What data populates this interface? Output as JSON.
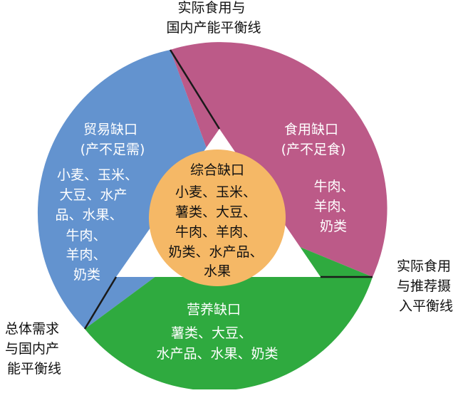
{
  "colors": {
    "trade": "#6393cf",
    "food": "#bc5a88",
    "nutrition": "#2faa3f",
    "center": "#f5b866",
    "triangle": "#ffffff",
    "divider": "#1a1a1a",
    "outer_text": "#111111",
    "sector_text": "#ffffff"
  },
  "outer_labels": {
    "top": [
      "实际食用与",
      "国内产能平衡线"
    ],
    "right": [
      "实际食用",
      "与推荐摄",
      "入平衡线"
    ],
    "left": [
      "总体需求",
      "与国内产",
      "能平衡线"
    ]
  },
  "sectors": {
    "trade": {
      "title": [
        "贸易缺口",
        "(产不足需)"
      ],
      "items": [
        "小麦、玉米、",
        "大豆、水产",
        "品、水果、",
        "牛肉、",
        "羊肉、",
        "奶类"
      ]
    },
    "food": {
      "title": [
        "食用缺口",
        "(产不足食)"
      ],
      "items": [
        "牛肉、",
        "羊肉、",
        "奶类"
      ]
    },
    "nutrition": {
      "title": [
        "营养缺口"
      ],
      "items": [
        "薯类、大豆、",
        "水产品、水果、奶类"
      ]
    }
  },
  "center": {
    "title": "综合缺口",
    "items": [
      "小麦、玉米、",
      "薯类、大豆、",
      "牛肉、羊肉、",
      "奶类、水产品、",
      "水果"
    ]
  }
}
